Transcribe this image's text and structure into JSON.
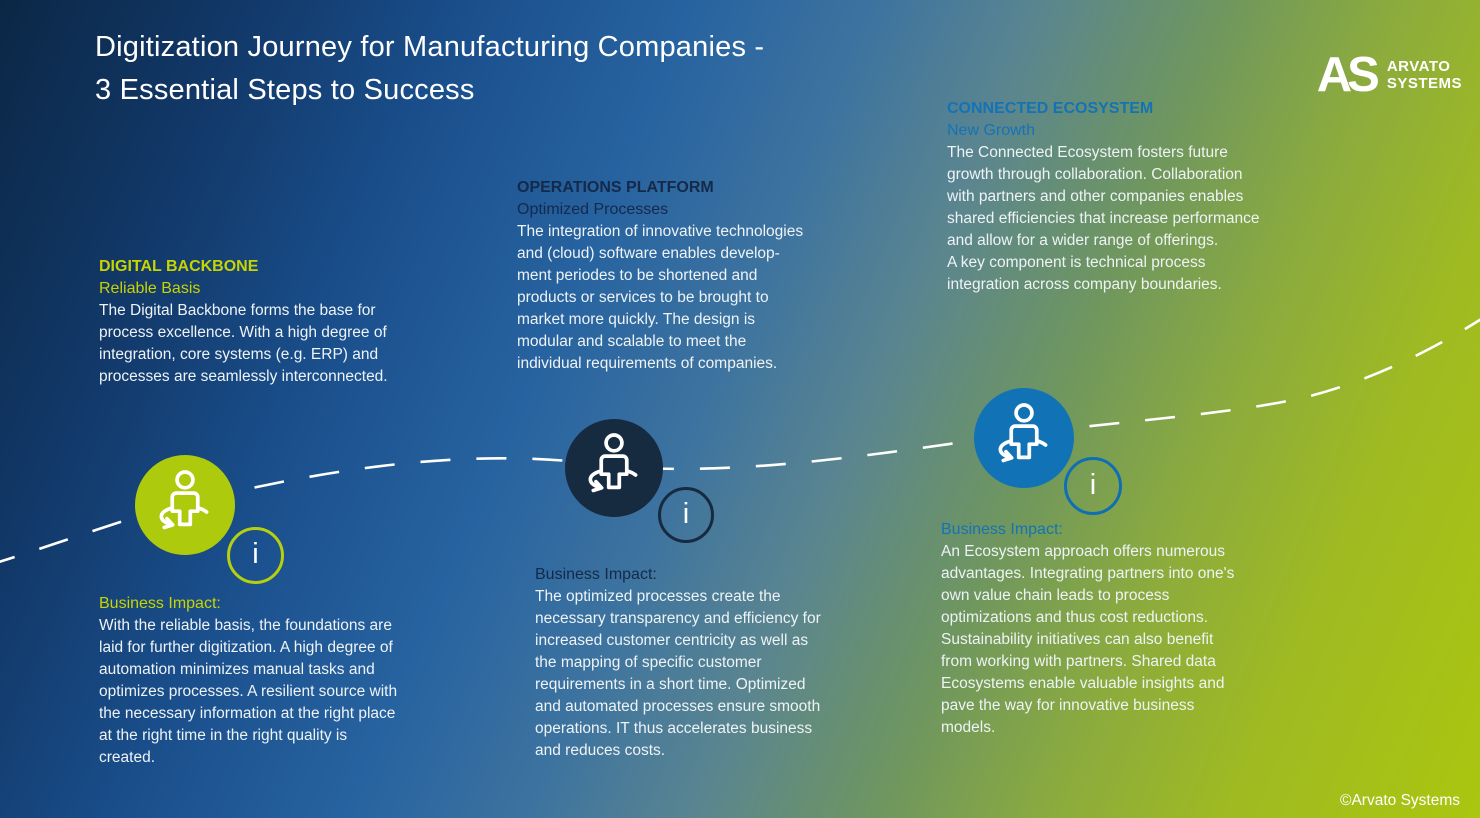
{
  "title": "Digitization Journey for Manufacturing Companies -\n3 Essential Steps to Success",
  "logo": {
    "monogram": "AS",
    "wordmark": "ARVATO\nSYSTEMS"
  },
  "copyright": "©Arvato Systems",
  "icons": {
    "person": "person-360-rotation-icon",
    "info_glyph": "i"
  },
  "colors": {
    "accent_lime": "#c7d400",
    "accent_navy": "#15294a",
    "accent_blue": "#1473b5",
    "circle_lime": "#aeca0c",
    "circle_navy": "#162a40",
    "circle_blue": "#1173b6",
    "body_text": "#ffffff",
    "bg_dark_blue": "#0b2745",
    "bg_green": "#abc60f"
  },
  "steps": [
    {
      "heading": "DIGITAL BACKBONE",
      "subheading": "Reliable Basis",
      "description": "The Digital Backbone forms the base for\nprocess excellence. With a high degree of\nintegration, core systems (e.g. ERP) and\nprocesses are seamlessly interconnected.",
      "impact_label": "Business Impact:",
      "impact_text": "With the reliable basis, the foundations are\nlaid for further digitization. A high degree of\nautomation minimizes manual tasks and\noptimizes processes. A resilient source with\nthe necessary information at the right place\nat the right time in the right quality is\ncreated."
    },
    {
      "heading": "OPERATIONS PLATFORM",
      "subheading": "Optimized Processes",
      "description": "The integration of innovative technologies\nand (cloud) software enables develop-\nment periodes to be shortened and\nproducts or services to be brought to\nmarket more quickly. The design is\nmodular and scalable to meet the\nindividual requirements of companies.",
      "impact_label": "Business Impact:",
      "impact_text": "The optimized processes create the\nnecessary transparency and efficiency for\nincreased customer centricity as well as\nthe mapping of specific customer\nrequirements in a short time. Optimized\nand automated processes ensure smooth\noperations. IT thus accelerates business\nand reduces costs."
    },
    {
      "heading": "CONNECTED ECOSYSTEM",
      "subheading": "New Growth",
      "description": "The Connected Ecosystem fosters future\ngrowth through collaboration. Collaboration\nwith partners and other companies enables\nshared efficiencies that increase performance\nand allow for a wider range of offerings.\nA key component is technical process\nintegration across company boundaries.",
      "impact_label": "Business Impact:",
      "impact_text": "An Ecosystem approach offers numerous\nadvantages. Integrating partners into one's\nown value chain leads to process\noptimizations and thus cost reductions.\nSustainability initiatives can also benefit\nfrom working with partners. Shared data\nEcosystems enable valuable insights and\npave the way for innovative business\nmodels."
    }
  ]
}
